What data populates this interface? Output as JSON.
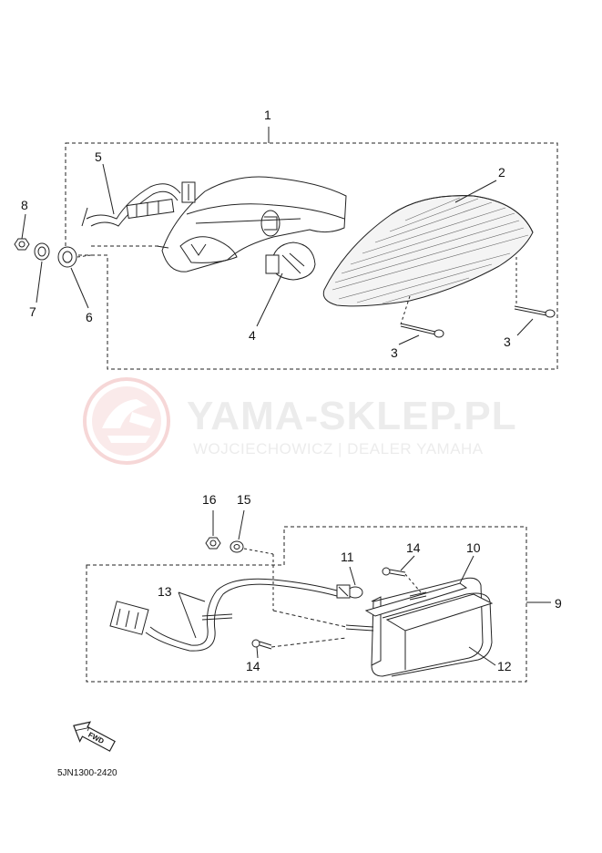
{
  "watermark": {
    "title": "YAMA-SKLEP.PL",
    "subtitle": "WOJCIECHOWICZ | DEALER YAMAHA"
  },
  "callouts": {
    "c1": "1",
    "c2": "2",
    "c3a": "3",
    "c3b": "3",
    "c4": "4",
    "c5": "5",
    "c6": "6",
    "c7": "7",
    "c8": "8",
    "c9": "9",
    "c10": "10",
    "c11": "11",
    "c12": "12",
    "c13": "13",
    "c14a": "14",
    "c14b": "14",
    "c15": "15",
    "c16": "16"
  },
  "fwd_label": "FWD",
  "diagram_code": "5JN1300-2420",
  "colors": {
    "line": "#222222",
    "watermark": "#f3c6c6",
    "watermark_text": "#ececec"
  }
}
